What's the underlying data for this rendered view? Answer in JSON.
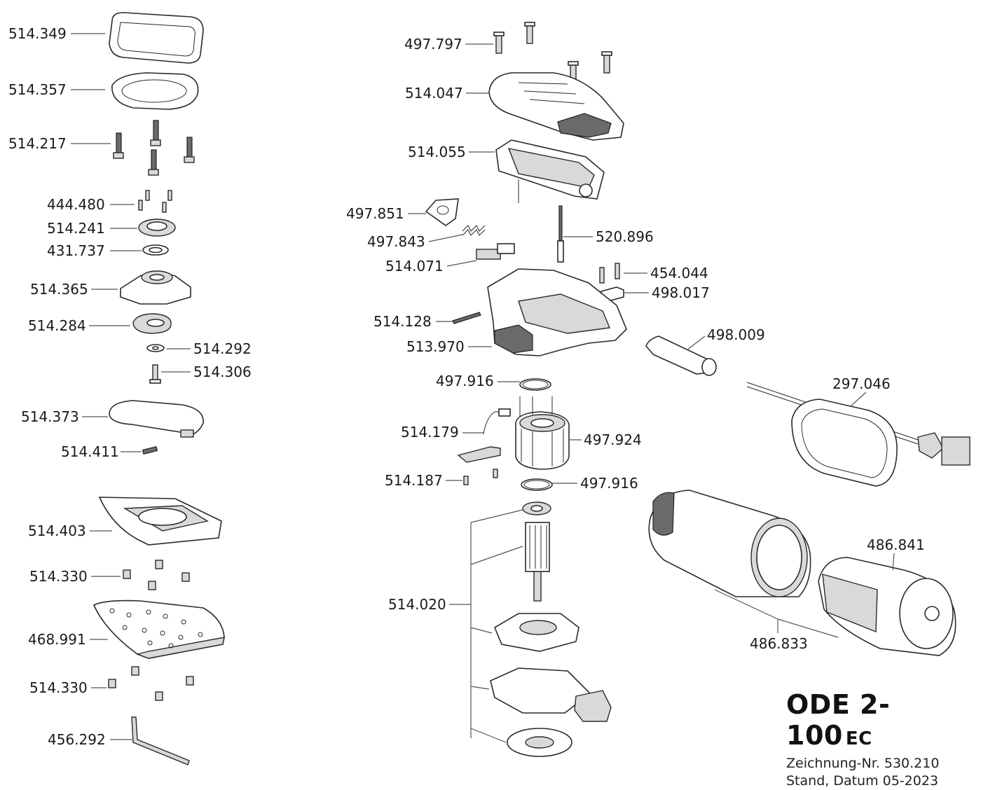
{
  "title": {
    "model": "ODE 2-100",
    "model_suffix": "EC",
    "drawing_number": "Zeichnung-Nr. 530.210",
    "date": "Stand, Datum 05-2023"
  },
  "part_labels": [
    "514.349",
    "514.357",
    "514.217",
    "444.480",
    "514.241",
    "431.737",
    "514.365",
    "514.284",
    "514.292",
    "514.306",
    "514.373",
    "514.411",
    "514.403",
    "514.330",
    "468.991",
    "514.330",
    "456.292",
    "497.797",
    "514.047",
    "514.055",
    "497.851",
    "497.843",
    "520.896",
    "514.071",
    "454.044",
    "498.017",
    "514.128",
    "513.970",
    "498.009",
    "497.916",
    "514.179",
    "497.924",
    "514.187",
    "497.916",
    "514.020",
    "297.046",
    "486.841",
    "486.833"
  ]
}
